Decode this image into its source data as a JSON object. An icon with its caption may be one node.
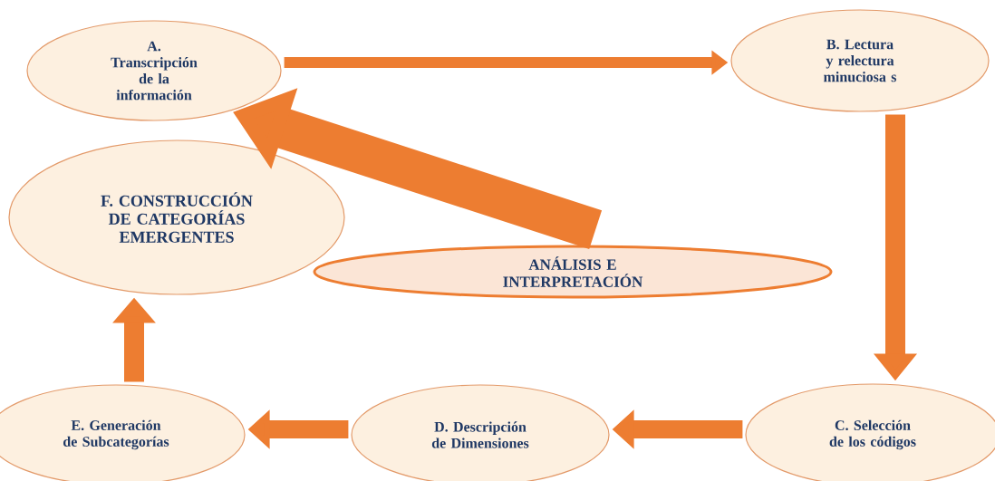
{
  "diagram": {
    "nodes": [
      {
        "text": [
          "A. Transcripción de la información"
        ]
      },
      {
        "text": [
          "B. Lectura y relectura minuciosa s"
        ]
      },
      {
        "text": [
          "C. Selección de los códigos"
        ]
      },
      {
        "text": [
          "D. Descripción de Dimensiones"
        ]
      },
      {
        "text": [
          "E. Generación de Subcategorías"
        ]
      },
      {
        "text": [
          "F. CONSTRUCCIÓN DE CATEGORÍAS EMERGENTES"
        ]
      },
      {
        "text": [
          "ANÁLISIS E INTERPRETACIÓN"
        ]
      }
    ],
    "edges": [
      {
        "from": 0,
        "to": 1,
        "arrow": "to"
      },
      {
        "from": 1,
        "to": 2,
        "arrow": "to"
      },
      {
        "from": 2,
        "to": 3,
        "arrow": "to"
      },
      {
        "from": 3,
        "to": 4,
        "arrow": "to"
      },
      {
        "from": 4,
        "to": 5,
        "arrow": "to"
      },
      {
        "from": 6,
        "to": 0,
        "arrow": "to",
        "style": "thick"
      }
    ]
  }
}
